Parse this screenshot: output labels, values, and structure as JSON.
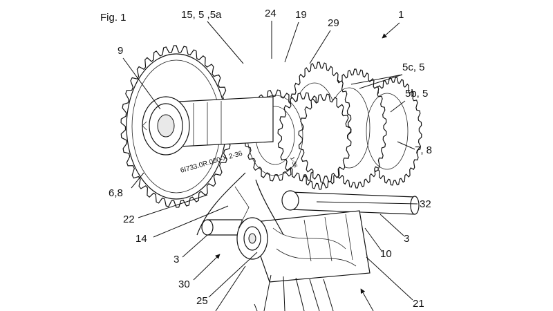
{
  "figure": {
    "title": "Fig. 1",
    "gear_face_inscription": "6I733.0R.000-X 2-36",
    "ring_inscription": "1-36"
  },
  "reference_labels": {
    "l1": "1",
    "l15": "15, 5 ,5a",
    "l24": "24",
    "l19": "19",
    "l29": "29",
    "l9": "9",
    "l5c": "5c, 5",
    "l5b": "5b, 5",
    "l7": "7, 8",
    "l68": "6,8",
    "l32": "32",
    "l22": "22",
    "l14": "14",
    "l3a": "3",
    "l3b": "3",
    "l10": "10",
    "l30": "30",
    "l25": "25",
    "l21": "21"
  }
}
